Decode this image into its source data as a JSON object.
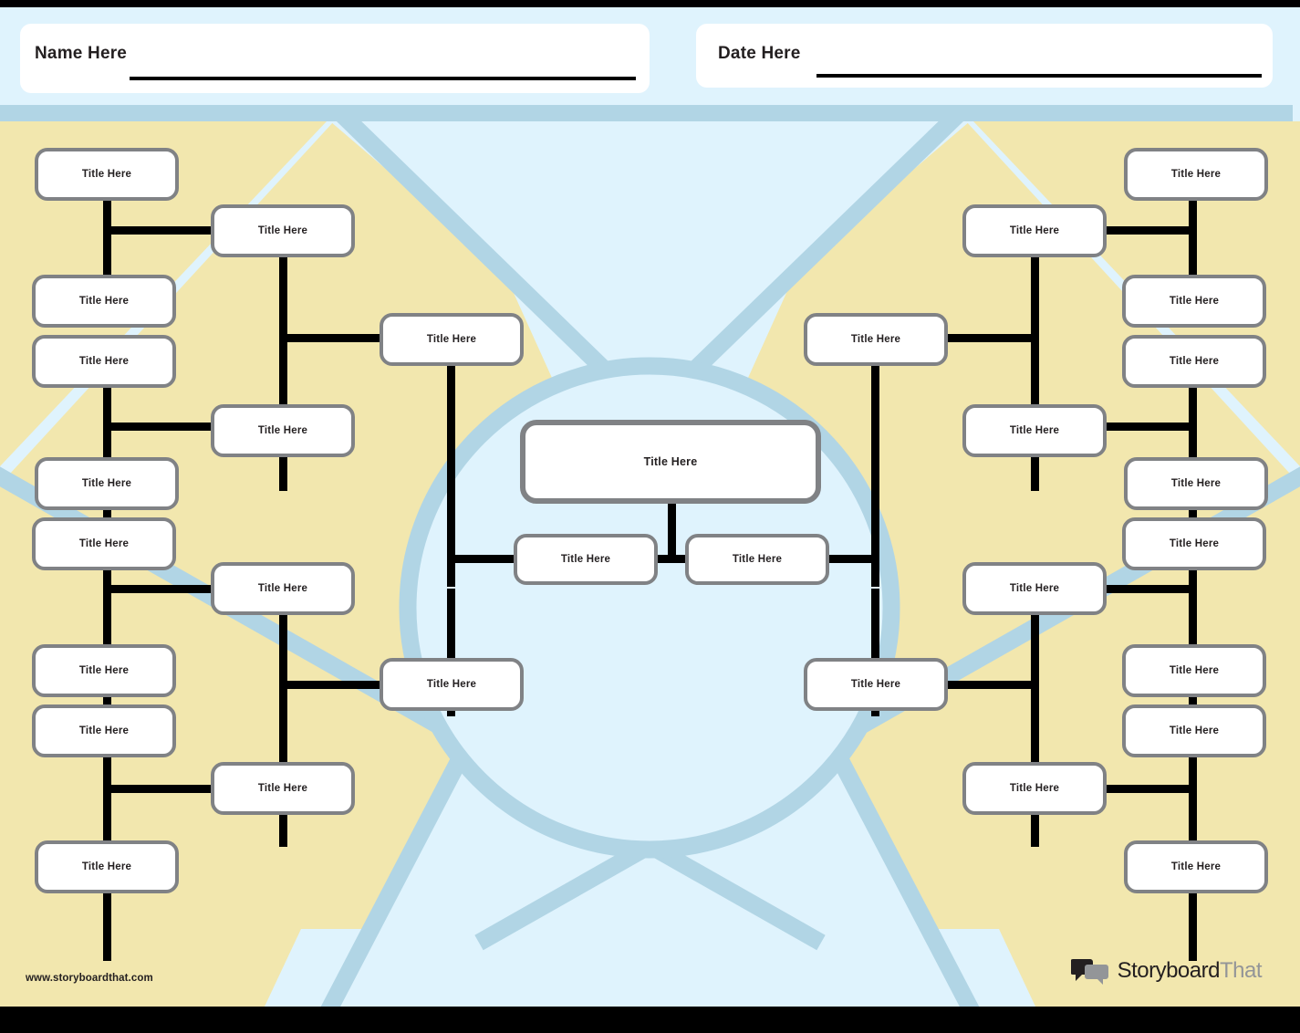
{
  "header": {
    "name_label": "Name Here",
    "date_label": "Date Here"
  },
  "footer": {
    "url": "www.storyboardthat.com",
    "brand_first": "Storyboard",
    "brand_second": "That"
  },
  "colors": {
    "background_blue": "#DFF3FD",
    "wedge_yellow": "#F2E7AE",
    "band_blue": "#B1D5E5",
    "node_border": "#808285",
    "connector": "#000000",
    "frame": "#000000"
  },
  "diagram": {
    "type": "concept-map",
    "center_node": {
      "label": "Title Here"
    },
    "center_children": [
      {
        "label": "Title Here"
      },
      {
        "label": "Title Here"
      }
    ],
    "branches": [
      {
        "side": "left",
        "hub": {
          "label": "Title Here"
        },
        "nodes": [
          {
            "label": "Title Here"
          },
          {
            "label": "Title Here"
          },
          {
            "label": "Title Here"
          },
          {
            "label": "Title Here"
          },
          {
            "label": "Title Here"
          }
        ]
      },
      {
        "side": "left",
        "hub": {
          "label": "Title Here"
        },
        "nodes": [
          {
            "label": "Title Here"
          },
          {
            "label": "Title Here"
          },
          {
            "label": "Title Here"
          },
          {
            "label": "Title Here"
          },
          {
            "label": "Title Here"
          }
        ]
      },
      {
        "side": "right",
        "hub": {
          "label": "Title Here"
        },
        "nodes": [
          {
            "label": "Title Here"
          },
          {
            "label": "Title Here"
          },
          {
            "label": "Title Here"
          },
          {
            "label": "Title Here"
          },
          {
            "label": "Title Here"
          }
        ]
      },
      {
        "side": "right",
        "hub": {
          "label": "Title Here"
        },
        "nodes": [
          {
            "label": "Title Here"
          },
          {
            "label": "Title Here"
          },
          {
            "label": "Title Here"
          },
          {
            "label": "Title Here"
          },
          {
            "label": "Title Here"
          }
        ]
      }
    ],
    "node_count": 25
  }
}
